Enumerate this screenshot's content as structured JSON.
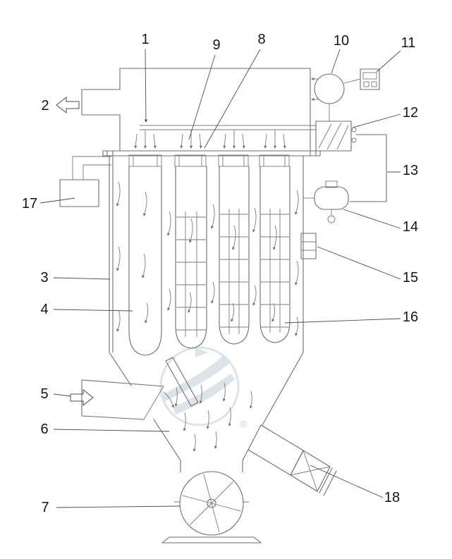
{
  "labels": {
    "1": "1",
    "2": "2",
    "3": "3",
    "4": "4",
    "5": "5",
    "6": "6",
    "7": "7",
    "8": "8",
    "9": "9",
    "10": "10",
    "11": "11",
    "12": "12",
    "13": "13",
    "14": "14",
    "15": "15",
    "16": "16",
    "17": "17",
    "18": "18"
  },
  "watermark": {
    "registered": "®"
  },
  "colors": {
    "line": "#6e6e6e",
    "leader": "#4c4c4c",
    "label": "#161616",
    "watermark": "#dce3e9"
  }
}
